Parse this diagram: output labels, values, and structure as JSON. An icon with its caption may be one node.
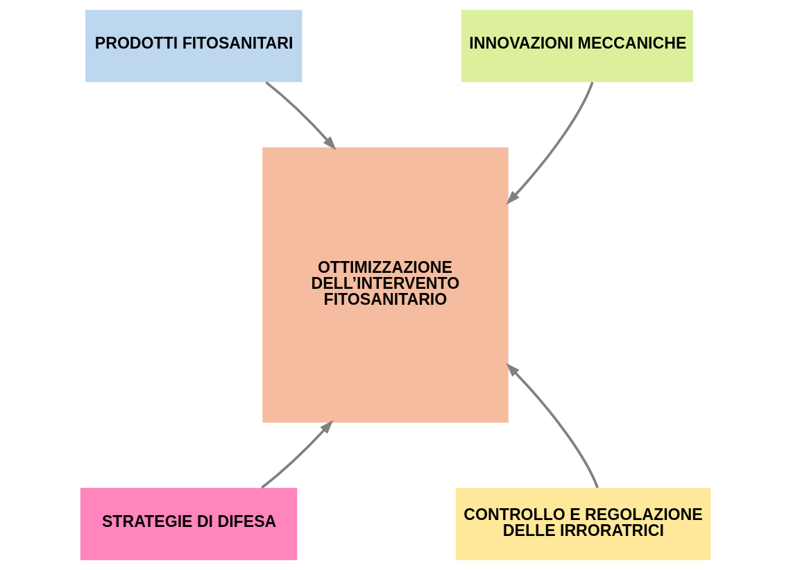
{
  "diagram": {
    "nodes": [
      {
        "text": [
          "PRODOTTI FITOSANITARI"
        ]
      },
      {
        "text": [
          "INNOVAZIONI MECCANICHE"
        ]
      },
      {
        "text": [
          "OTTIMIZZAZIONE DELL’INTERVENTO FITOSANITARIO"
        ]
      },
      {
        "text": [
          "STRATEGIE DI DIFESA"
        ]
      },
      {
        "text": [
          "CONTROLLO E REGOLAZIONE DELLE IRRORATRICI"
        ]
      }
    ],
    "edges": [
      {
        "from": 0,
        "to": 2,
        "arrow": "to"
      },
      {
        "from": 1,
        "to": 2,
        "arrow": "to"
      },
      {
        "from": 3,
        "to": 2,
        "arrow": "to"
      },
      {
        "from": 4,
        "to": 2,
        "arrow": "to"
      }
    ]
  }
}
